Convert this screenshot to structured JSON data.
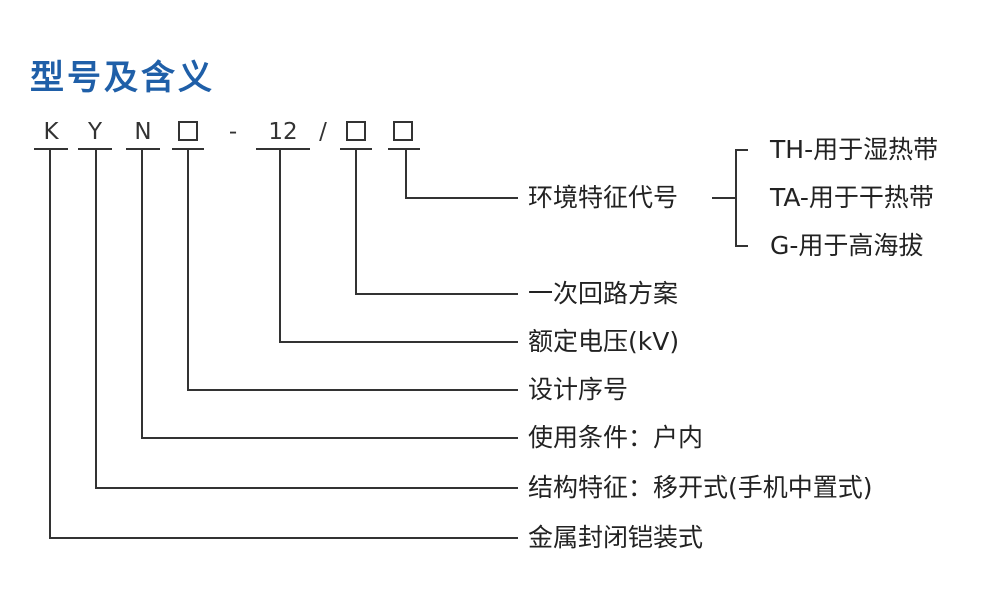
{
  "title": "型号及含义",
  "code": {
    "letter_k": "K",
    "letter_y": "Y",
    "letter_n": "N",
    "dash": "-",
    "voltage": "12",
    "slash": "/"
  },
  "meanings": [
    "环境特征代号",
    "一次回路方案",
    "额定电压(kV)",
    "设计序号",
    "使用条件：户内",
    "结构特征：移开式(手机中置式)",
    "金属封闭铠装式"
  ],
  "environment_codes": [
    "TH-用于湿热带",
    "TA-用于干热带",
    "G-用于高海拔"
  ],
  "colors": {
    "title": "#1f5fa8",
    "lines": "#333333",
    "text": "#222222"
  }
}
